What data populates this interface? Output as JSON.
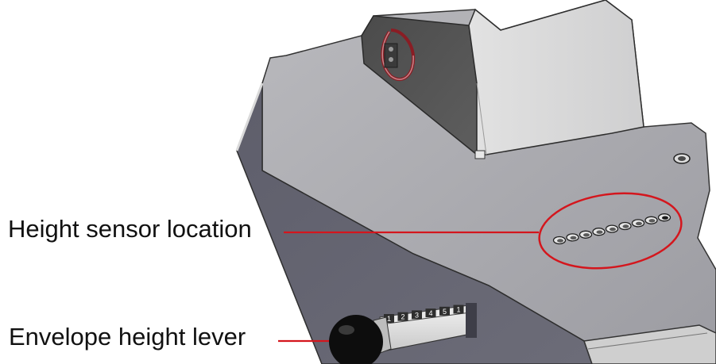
{
  "callouts": {
    "height_sensor_location": "Height sensor location",
    "envelope_height_lever": "Envelope height lever"
  },
  "lever_positions": [
    "1",
    "2",
    "3",
    "4",
    "5",
    "1"
  ],
  "colors": {
    "callout_line": "#d4161d",
    "highlight_circle": "#d4161d",
    "housing_side": "#676773",
    "housing_top": "#a4a4aa",
    "lever_knob": "#0d0d0d"
  }
}
